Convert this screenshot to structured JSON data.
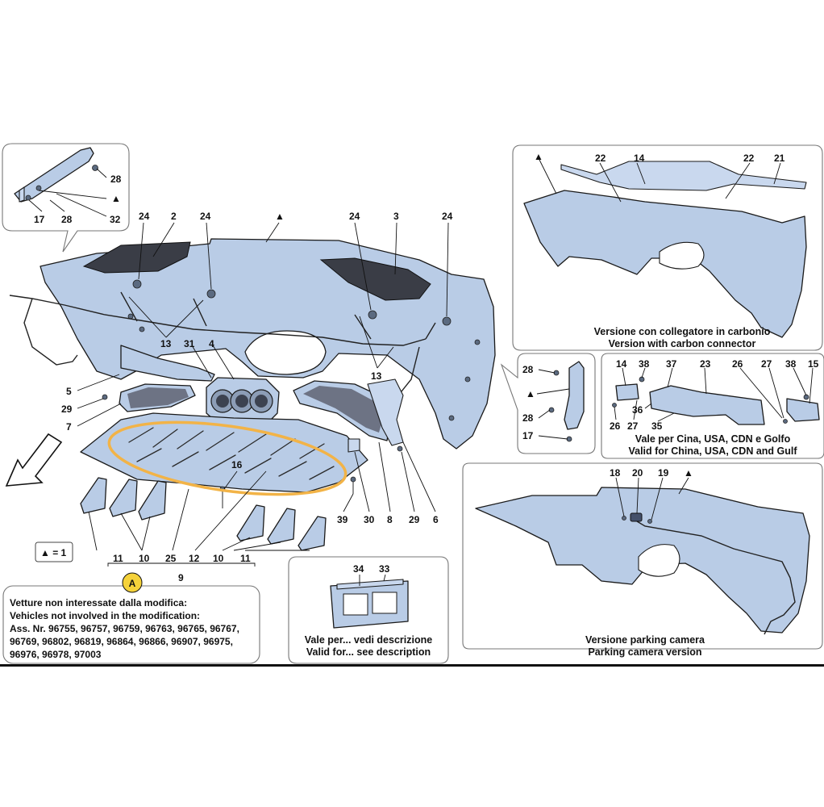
{
  "main_callouts": {
    "top_row": [
      "24",
      "2",
      "24",
      "▲",
      "24",
      "3",
      "24"
    ],
    "left_side": [
      "5",
      "29",
      "7"
    ],
    "mid_13_left": "13",
    "mid_31": "31",
    "mid_4": "4",
    "mid_13_right": "13",
    "mid_16": "16",
    "bottom_row": [
      "39",
      "30",
      "8",
      "29",
      "6"
    ],
    "group_row": [
      "11",
      "10",
      "25",
      "12",
      "10",
      "11"
    ],
    "group_total": "9"
  },
  "inset_top_left": {
    "labels": [
      "28",
      "▲",
      "17",
      "28",
      "32"
    ]
  },
  "inset_carbon": {
    "labels": [
      "▲",
      "22",
      "14",
      "22",
      "21"
    ],
    "caption_it": "Versione con collegatore in carbonio",
    "caption_en": "Version with carbon connector"
  },
  "inset_small_left": {
    "labels": [
      "28",
      "▲",
      "28",
      "17"
    ]
  },
  "inset_china": {
    "labels": [
      "14",
      "38",
      "37",
      "23",
      "26",
      "27",
      "38",
      "15",
      "36",
      "26",
      "27",
      "35"
    ],
    "caption_it": "Vale per Cina, USA, CDN e Golfo",
    "caption_en": "Valid for China, USA, CDN and Gulf"
  },
  "inset_parking": {
    "labels": [
      "18",
      "20",
      "19",
      "▲"
    ],
    "caption_it": "Versione parking camera",
    "caption_en": "Parking camera version"
  },
  "inset_plate": {
    "labels": [
      "34",
      "33"
    ],
    "caption_it": "Vale per... vedi descrizione",
    "caption_en": "Valid for... see description"
  },
  "legend": {
    "text": "▲ = 1"
  },
  "note": {
    "marker": "A",
    "line1": "Vetture non interessate dalla modifica:",
    "line2": "Vehicles not involved in the modification:",
    "line3": "Ass. Nr. 96755, 96757, 96759, 96763, 96765, 96767,",
    "line4": "96769, 96802, 96819, 96864, 96866, 96907, 96975,",
    "line5": "96976, 96978, 97003"
  },
  "colors": {
    "part_fill": "#b9cce6",
    "highlight": "#f2b347",
    "marker_fill": "#f5d23a"
  }
}
